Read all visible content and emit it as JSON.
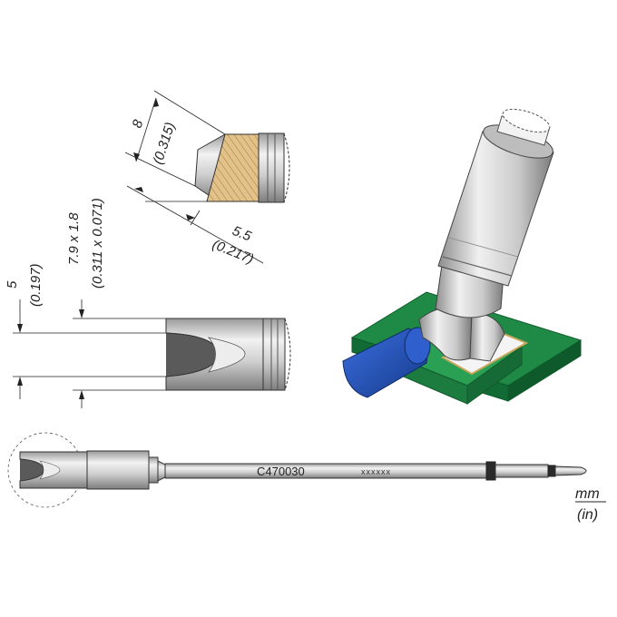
{
  "dimensions": {
    "tip_length": {
      "mm": "8",
      "in": "(0.315)"
    },
    "tip_width": {
      "mm": "5.5",
      "in": "(0.217)"
    },
    "slot_size": {
      "mm": "7.9 x 1.8",
      "in": "(0.311 x 0.071)"
    },
    "slot_width": {
      "mm": "5",
      "in": "(0.197)"
    }
  },
  "part_number": "C470030",
  "serial_placeholder": "xxxxxx",
  "units": {
    "primary": "mm",
    "secondary": "(in)"
  },
  "colors": {
    "metal_light": "#e6e6e6",
    "metal_dark": "#8a8a8a",
    "tin": "#e3c28a",
    "pcb_green": "#1e8a46",
    "component_blue": "#1f4fb8"
  }
}
